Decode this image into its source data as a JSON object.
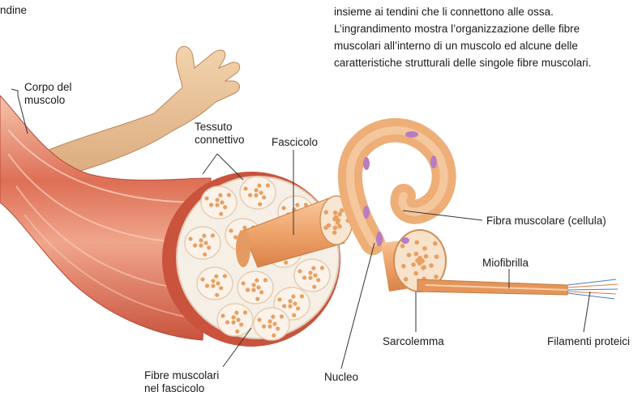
{
  "caption": {
    "lines": [
      "insieme ai tendini che li connettono alle ossa.",
      "L’ingrandimento mostra l’organizzazione delle fibre",
      "muscolari all’interno di un muscolo ed alcune delle",
      "caratteristiche strutturali delle singole fibre muscolari."
    ]
  },
  "labels": {
    "tendon_partial": "ndine",
    "muscle_body": [
      "Corpo del",
      "muscolo"
    ],
    "connective_tissue": [
      "Tessuto",
      "connettivo"
    ],
    "fascicle": "Fascicolo",
    "muscle_fiber": "Fibra muscolare (cellula)",
    "myofibril": "Miofibrilla",
    "sarcolemma": "Sarcolemma",
    "protein_filaments": "Filamenti proteici",
    "nucleus": "Nucleo",
    "fibers_in_fascicle": [
      "Fibre muscolari",
      "nel fascicolo"
    ]
  },
  "colors": {
    "skin": "#ecc49a",
    "muscle_red": "#d9674f",
    "muscle_light": "#f1b59c",
    "fascicle_orange": "#f0b07c",
    "fiber_dot": "#e8a062",
    "nucleus_purple": "#b77dc0",
    "connective_white": "#f6efe6",
    "leader_line": "#333333"
  }
}
